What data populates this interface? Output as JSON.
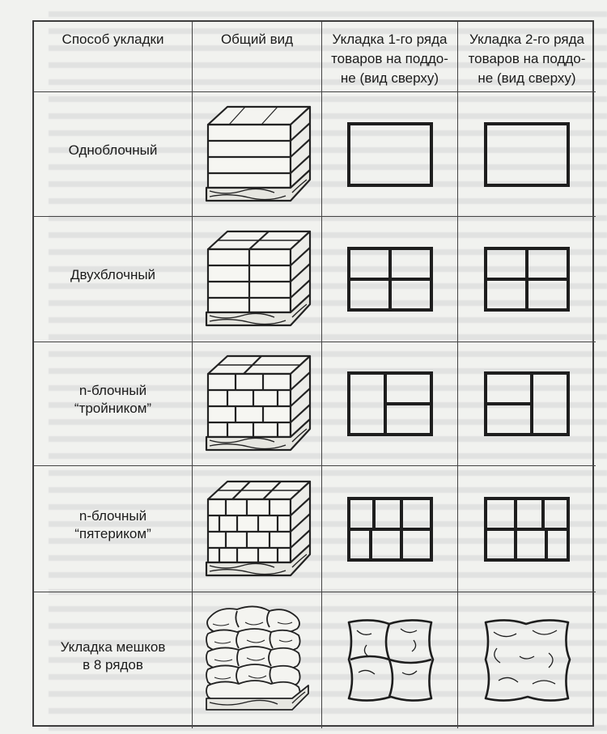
{
  "table": {
    "headers": [
      "Способ укладки",
      "Общий вид",
      "Укладка 1-го ряда\nтоваров на поддо-\nне (вид сверху)",
      "Укладка 2-го ряда\nтоваров на поддо-\nне (вид сверху)"
    ],
    "rows": [
      {
        "name": "Одноблочный",
        "layer1_icon": "single-block-layout-icon",
        "layer2_icon": "single-block-layout-icon"
      },
      {
        "name": "Двухблочный",
        "layer1_icon": "four-block-layout-icon",
        "layer2_icon": "four-block-layout-icon"
      },
      {
        "name": "n-блочный\n“тройником”",
        "layer1_icon": "three-block-layout-icon",
        "layer2_icon": "three-block-mirrored-layout-icon"
      },
      {
        "name": "n-блочный\n“пятериком”",
        "layer1_icon": "five-block-layout-icon",
        "layer2_icon": "five-block-mirrored-layout-icon"
      },
      {
        "name": "Укладка мешков\nв 8 рядов",
        "layer1_icon": "sacks-layout-icon",
        "layer2_icon": "sacks-layout-icon"
      }
    ]
  }
}
